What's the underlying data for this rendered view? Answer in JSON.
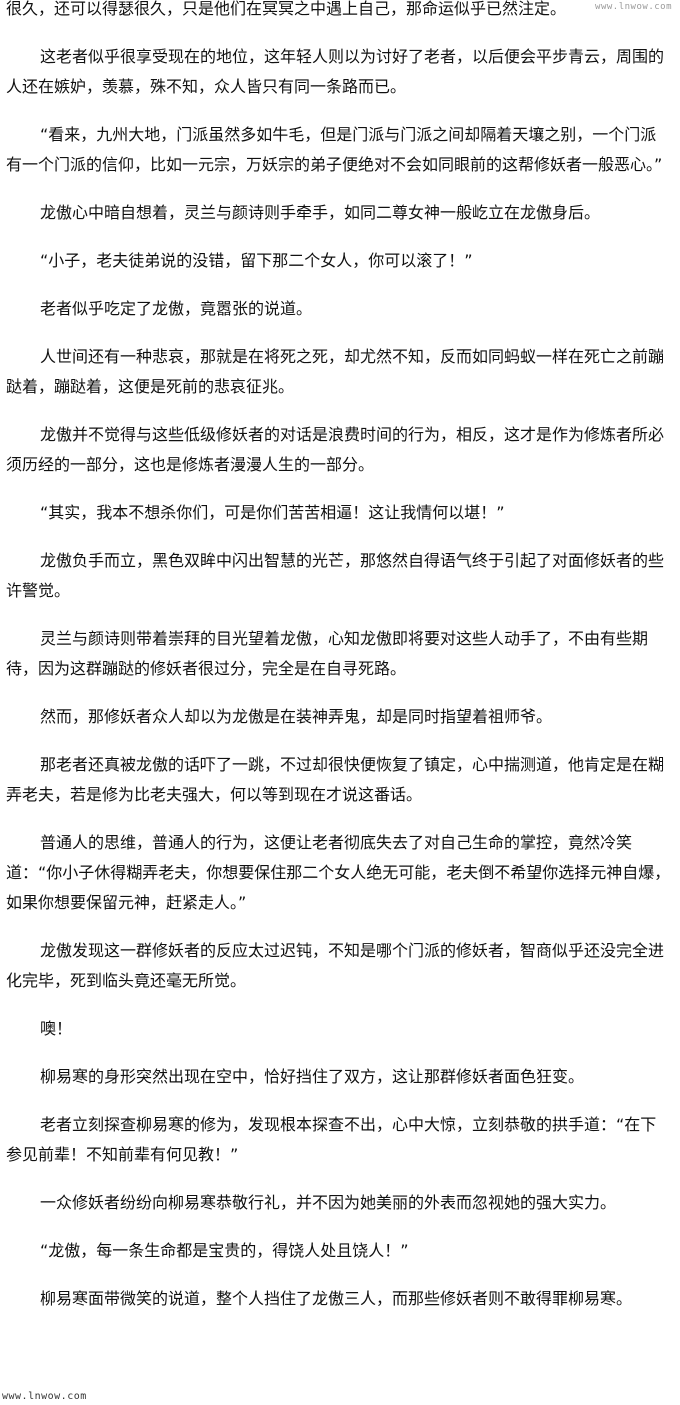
{
  "watermark": {
    "top": "www.lnwow.com",
    "bottom": "www.lnwow.com"
  },
  "paragraphs": [
    "很久，还可以得瑟很久，只是他们在冥冥之中遇上自己，那命运似乎已然注定。",
    "这老者似乎很享受现在的地位，这年轻人则以为讨好了老者，以后便会平步青云，周围的人还在嫉妒，羡慕，殊不知，众人皆只有同一条路而已。",
    "“看来，九州大地，门派虽然多如牛毛，但是门派与门派之间却隔着天壤之别，一个门派有一个门派的信仰，比如一元宗，万妖宗的弟子便绝对不会如同眼前的这帮修妖者一般恶心。”",
    "龙傲心中暗自想着，灵兰与颜诗则手牵手，如同二尊女神一般屹立在龙傲身后。",
    "“小子，老夫徒弟说的没错，留下那二个女人，你可以滚了！”",
    "老者似乎吃定了龙傲，竟嚣张的说道。",
    "人世间还有一种悲哀，那就是在将死之死，却尤然不知，反而如同蚂蚁一样在死亡之前蹦跶着，蹦跶着，这便是死前的悲哀征兆。",
    "龙傲并不觉得与这些低级修妖者的对话是浪费时间的行为，相反，这才是作为修炼者所必须历经的一部分，这也是修炼者漫漫人生的一部分。",
    "“其实，我本不想杀你们，可是你们苦苦相逼！这让我情何以堪！”",
    "龙傲负手而立，黑色双眸中闪出智慧的光芒，那悠然自得语气终于引起了对面修妖者的些许警觉。",
    "灵兰与颜诗则带着崇拜的目光望着龙傲，心知龙傲即将要对这些人动手了，不由有些期待，因为这群蹦跶的修妖者很过分，完全是在自寻死路。",
    "然而，那修妖者众人却以为龙傲是在装神弄鬼，却是同时指望着祖师爷。",
    "那老者还真被龙傲的话吓了一跳，不过却很快便恢复了镇定，心中揣测道，他肯定是在糊弄老夫，若是修为比老夫强大，何以等到现在才说这番话。",
    "普通人的思维，普通人的行为，这便让老者彻底失去了对自己生命的掌控，竟然冷笑道：“你小子休得糊弄老夫，你想要保住那二个女人绝无可能，老夫倒不希望你选择元神自爆，如果你想要保留元神，赶紧走人。”",
    "龙傲发现这一群修妖者的反应太过迟钝，不知是哪个门派的修妖者，智商似乎还没完全进化完毕，死到临头竟还毫无所觉。",
    "噢！",
    "柳易寒的身形突然出现在空中，恰好挡住了双方，这让那群修妖者面色狂变。",
    "老者立刻探查柳易寒的修为，发现根本探查不出，心中大惊，立刻恭敬的拱手道：“在下参见前辈！不知前辈有何见教！”",
    "一众修妖者纷纷向柳易寒恭敬行礼，并不因为她美丽的外表而忽视她的强大实力。",
    "“龙傲，每一条生命都是宝贵的，得饶人处且饶人！”",
    "柳易寒面带微笑的说道，整个人挡住了龙傲三人，而那些修妖者则不敢得罪柳易寒。"
  ]
}
